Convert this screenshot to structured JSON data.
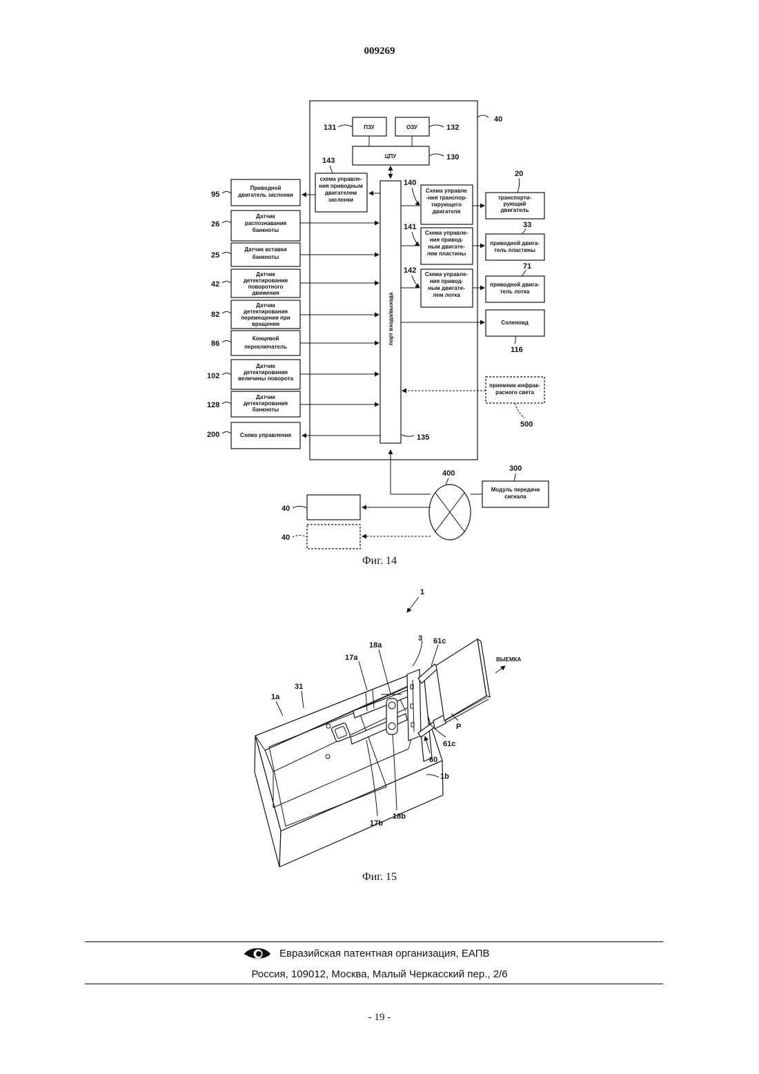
{
  "header": {
    "page_code": "009269"
  },
  "fig14": {
    "caption": "Фиг. 14",
    "controller_ref": "40",
    "rom": {
      "label": "ПЗУ",
      "ref": "131"
    },
    "ram": {
      "label": "ОЗУ",
      "ref": "132"
    },
    "cpu": {
      "label": "ЦПУ",
      "ref": "130"
    },
    "io_port": {
      "label": "порт входа/выхода",
      "ref": "135"
    },
    "shutter_circuit": {
      "ref": "143",
      "lines": [
        "схема управле-",
        "ния приводным",
        "двигателем",
        "заслонки"
      ]
    },
    "internal_circuits": [
      {
        "ref": "140",
        "lines": [
          "Схема управле",
          "-ния транспор-",
          "тирующего",
          "двигателя"
        ]
      },
      {
        "ref": "141",
        "lines": [
          "Схема управле-",
          "ния привод-",
          "ным двигате-",
          "лем пластины"
        ]
      },
      {
        "ref": "142",
        "lines": [
          "Схема управле-",
          "ния привод-",
          "ным двигате-",
          "лем лотка"
        ]
      }
    ],
    "left_blocks": [
      {
        "ref": "95",
        "lines": [
          "Приводной",
          "двигатель заслонки"
        ]
      },
      {
        "ref": "26",
        "lines": [
          "Датчик",
          "распознавания",
          "банкноты"
        ]
      },
      {
        "ref": "25",
        "lines": [
          "Датчик вставки",
          "банкноты"
        ]
      },
      {
        "ref": "42",
        "lines": [
          "Датчик",
          "детектирования",
          "поворотного",
          "движения"
        ]
      },
      {
        "ref": "82",
        "lines": [
          "Датчик",
          "детектирования",
          "перемещения при",
          "вращении"
        ]
      },
      {
        "ref": "86",
        "lines": [
          "Концевой",
          "переключатель"
        ]
      },
      {
        "ref": "102",
        "lines": [
          "Датчик",
          "детектирования",
          "величины поворота"
        ]
      },
      {
        "ref": "128",
        "lines": [
          "Датчик",
          "детектирования",
          "банкноты"
        ]
      },
      {
        "ref": "200",
        "lines": [
          "Схема управления"
        ]
      }
    ],
    "right_blocks": [
      {
        "ref": "20",
        "lines": [
          "транспорти-",
          "рующий",
          "двигатель"
        ]
      },
      {
        "ref": "33",
        "lines": [
          "приводной двига-",
          "тель пластины"
        ]
      },
      {
        "ref": "71",
        "lines": [
          "приводной двига-",
          "тель лотка"
        ]
      },
      {
        "ref": "116",
        "lines": [
          "Соленоид"
        ]
      },
      {
        "ref": "500",
        "lines": [
          "приемник инфрак-",
          "расного света"
        ]
      }
    ],
    "signal_module": {
      "ref": "300",
      "lines": [
        "Модуль передачи",
        "сигнала"
      ]
    },
    "hub_ref": "400",
    "extra_refs": [
      "40",
      "40"
    ]
  },
  "fig15": {
    "caption": "Фиг. 15",
    "labels": {
      "assembly": "1",
      "l1a": "1a",
      "l31": "31",
      "l17a": "17a",
      "l18a": "18a",
      "l3": "3",
      "l61c_top": "61c",
      "direction": "ВЫЕМКА",
      "p": "P",
      "l61c_bottom": "61c",
      "l60": "60",
      "l1b": "1b",
      "l17b": "17b",
      "l18b": "18b"
    }
  },
  "footer": {
    "organization": "Евразийская патентная организация, ЕАПВ",
    "address": "Россия, 109012, Москва, Малый Черкасский пер., 2/6",
    "sheet": "- 19 -"
  }
}
